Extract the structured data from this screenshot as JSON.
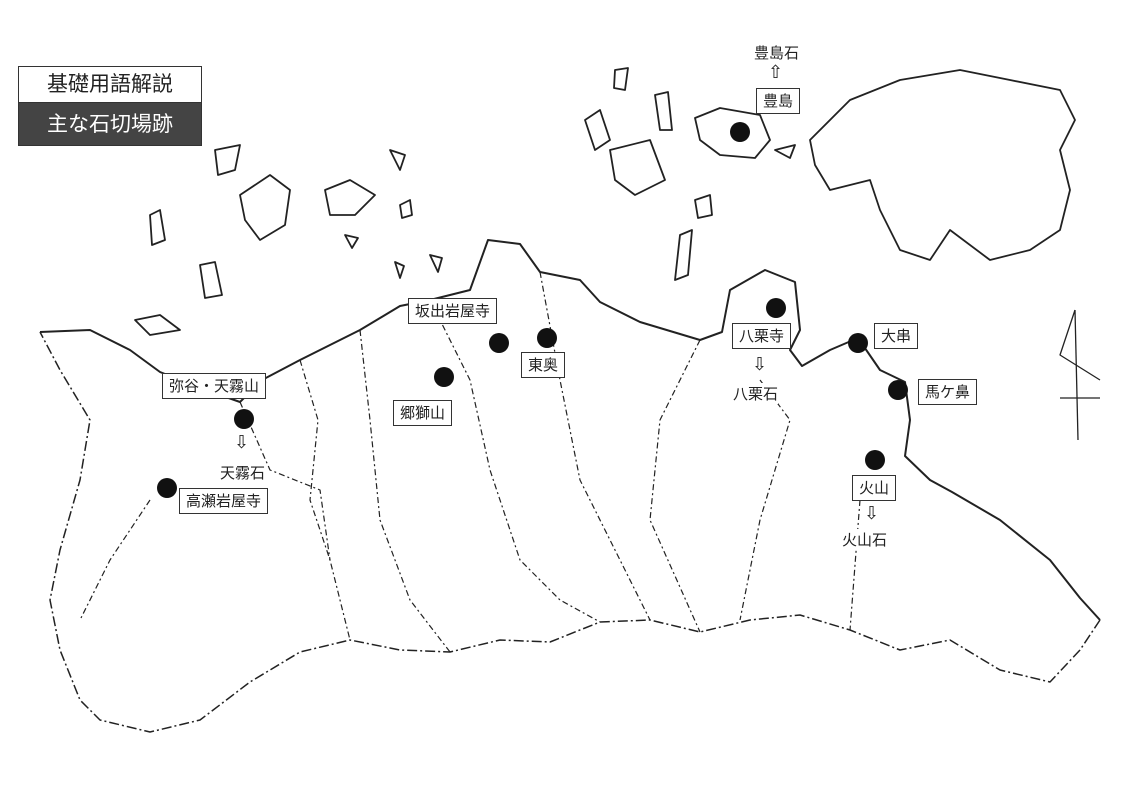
{
  "legend": {
    "top_label": "基礎用語解説",
    "bottom_label": "主な石切場跡"
  },
  "sites": [
    {
      "name": "豊島",
      "stone": "豊島石",
      "arrow": "up"
    },
    {
      "name": "坂出岩屋寺"
    },
    {
      "name": "東奥"
    },
    {
      "name": "郷獅山"
    },
    {
      "name": "弥谷・天霧山",
      "stone": "天霧石",
      "arrow": "down"
    },
    {
      "name": "高瀬岩屋寺"
    },
    {
      "name": "八栗寺",
      "stone": "八栗石",
      "arrow": "down"
    },
    {
      "name": "大串"
    },
    {
      "name": "馬ケ鼻"
    },
    {
      "name": "火山",
      "stone": "火山石",
      "arrow": "down"
    }
  ],
  "icons": {
    "arrow_up": "⇧",
    "arrow_down": "⇩",
    "compass": "north-arrow-icon"
  }
}
